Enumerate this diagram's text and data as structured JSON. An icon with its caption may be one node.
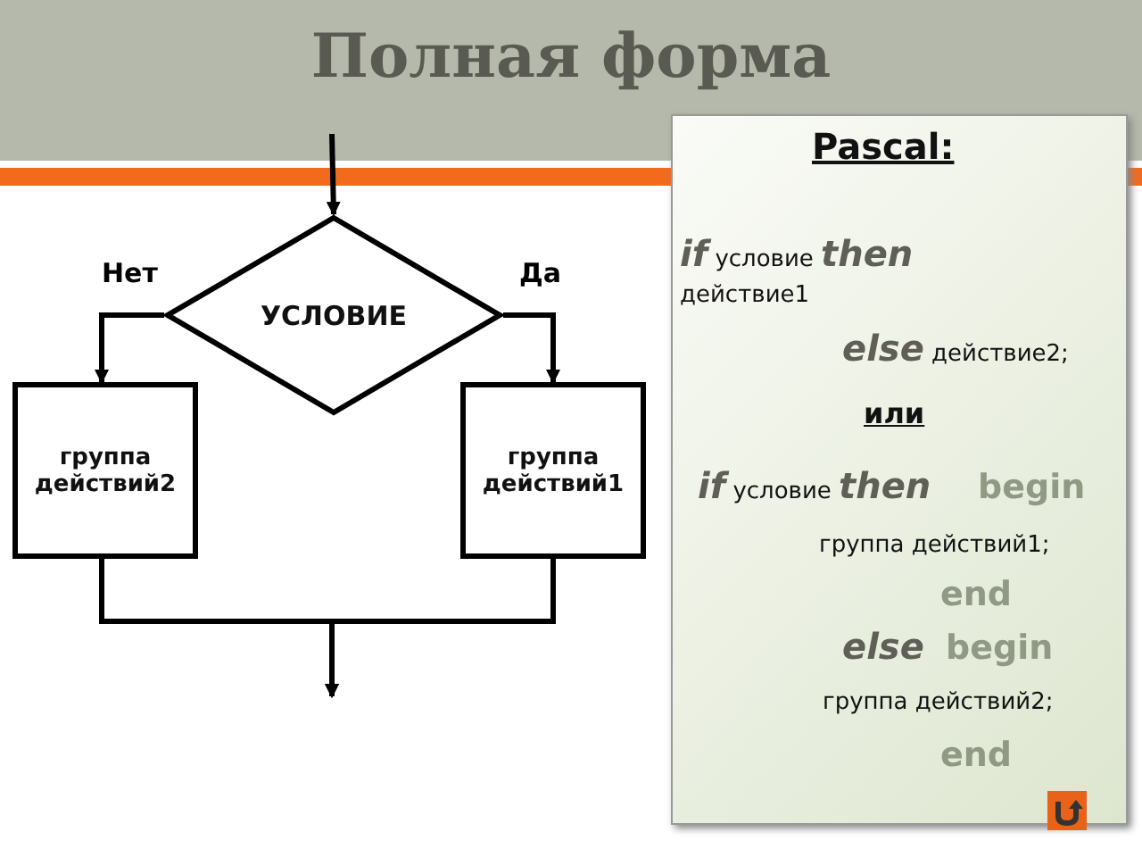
{
  "diagram": {
    "title": "Полная форма",
    "nodes": [
      {
        "text": [
          "УСЛОВИЕ"
        ]
      },
      {
        "text": [
          "группа действий2"
        ]
      },
      {
        "text": [
          "группа действий1"
        ]
      }
    ],
    "edges": [
      {
        "from": null,
        "to": 0,
        "arrow": "to"
      },
      {
        "from": 0,
        "to": 1,
        "arrow": "to",
        "label": "Нет"
      },
      {
        "from": 0,
        "to": 2,
        "arrow": "to",
        "label": "Да"
      },
      {
        "from": 1,
        "to": null,
        "arrow": "to"
      },
      {
        "from": 2,
        "to": null,
        "arrow": "to"
      }
    ],
    "labels": [
      "Pascal:",
      "*if* условие *then*",
      "действие1",
      "*else* действие2;",
      "или",
      "*if* условие *then*",
      "begin",
      "группа действий1;",
      "end",
      "*else*",
      "begin",
      "группа действий2;",
      "end"
    ]
  }
}
